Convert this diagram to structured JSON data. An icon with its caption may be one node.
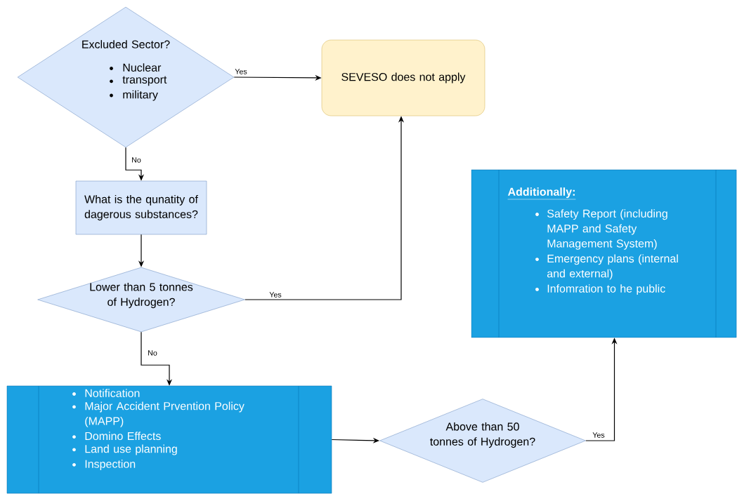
{
  "diagram": {
    "nodes": [
      {
        "text": [
          "Excluded Sector?",
          "Nuclear",
          "transport",
          "military"
        ]
      },
      {
        "text": [
          "SEVESO does not apply"
        ]
      },
      {
        "text": [
          "What is the qunatity of dagerous substances?"
        ]
      },
      {
        "text": [
          "Lower than 5 tonnes of Hydrogen?"
        ]
      },
      {
        "text": [
          "Notification",
          "Major Accident Prvention Policy (MAPP)",
          "Domino Effects",
          "Land use planning",
          "Inspection"
        ]
      },
      {
        "text": [
          "Above than 50 tonnes of Hydrogen?"
        ]
      },
      {
        "text": [
          "Additionally:",
          "Safety Report (including MAPP and Safety Management System)",
          "Emergency plans (internal and external)",
          "Infomration to he public"
        ]
      }
    ],
    "edges": [
      {
        "from": 0,
        "to": 1,
        "arrow": "to",
        "label": "Yes"
      },
      {
        "from": 0,
        "to": 2,
        "arrow": "to",
        "label": "No"
      },
      {
        "from": 2,
        "to": 3,
        "arrow": "to"
      },
      {
        "from": 3,
        "to": 1,
        "arrow": "to",
        "label": "Yes"
      },
      {
        "from": 3,
        "to": 4,
        "arrow": "to",
        "label": "No"
      },
      {
        "from": 4,
        "to": 5,
        "arrow": "to"
      },
      {
        "from": 5,
        "to": 6,
        "arrow": "to",
        "label": "Yes"
      }
    ]
  }
}
